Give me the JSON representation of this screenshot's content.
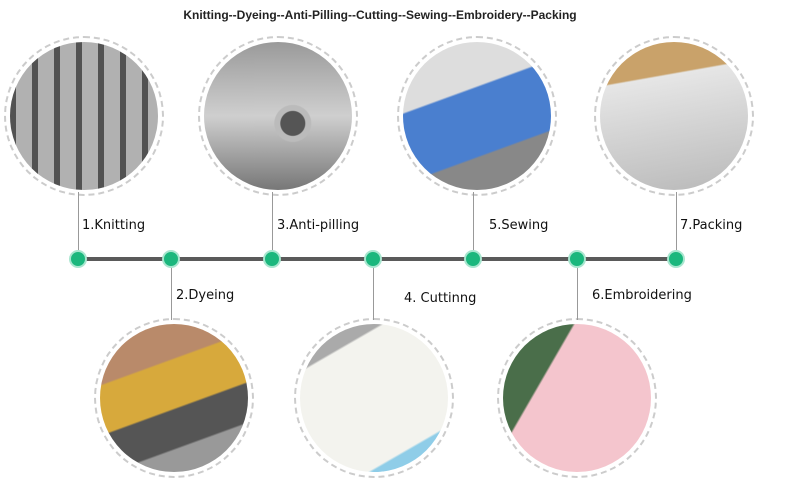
{
  "title": "Knitting--Dyeing--Anti-Pilling--Cutting--Sewing--Embroidery--Packing",
  "steps": [
    {
      "label": "1.Knitting"
    },
    {
      "label": "2.Dyeing"
    },
    {
      "label": "3.Anti-pilling"
    },
    {
      "label": "4. Cuttinng"
    },
    {
      "label": "5.Sewing"
    },
    {
      "label": "6.Embroidering"
    },
    {
      "label": "7.Packing"
    }
  ],
  "colors": {
    "node": "#1bb77d",
    "line": "#5a5a5a"
  }
}
